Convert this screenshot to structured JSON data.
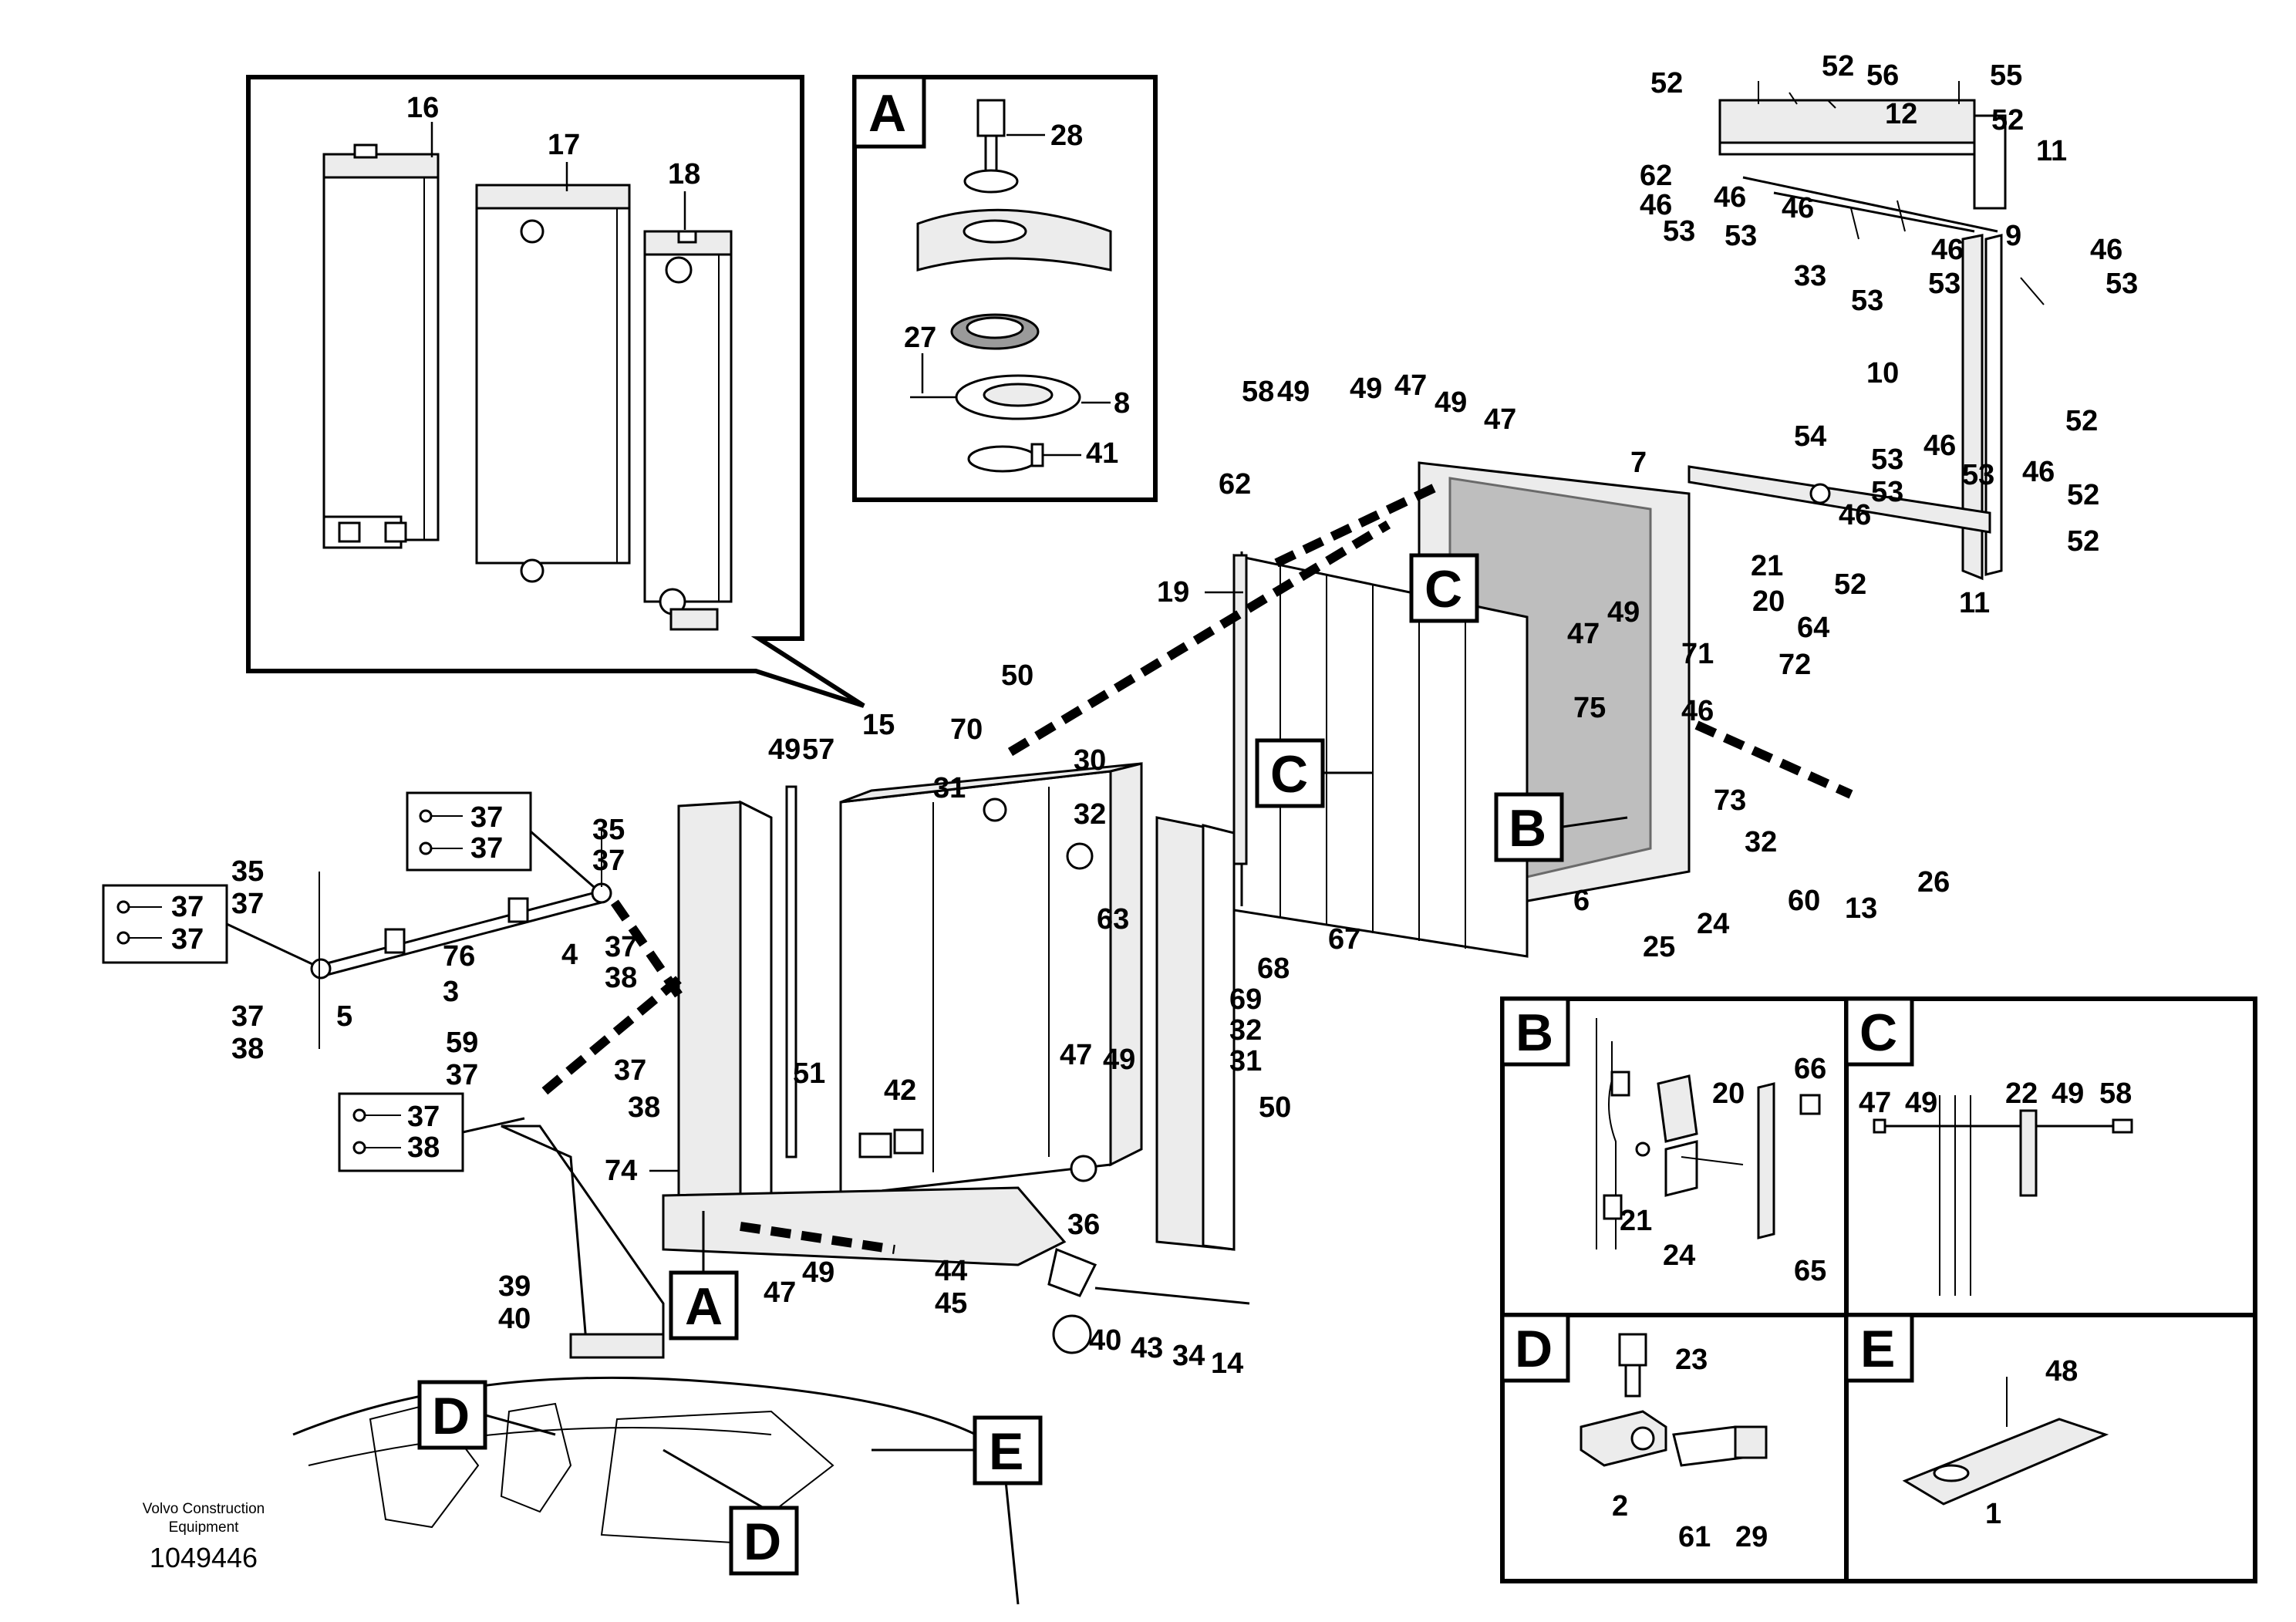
{
  "footer": {
    "company_line1": "Volvo Construction",
    "company_line2": "Equipment",
    "doc_number": "1049446"
  },
  "callouts": {
    "A": "A",
    "B": "B",
    "C": "C",
    "D": "D",
    "E": "E"
  },
  "labels": {
    "n1": "1",
    "n2": "2",
    "n3": "3",
    "n4": "4",
    "n5": "5",
    "n6": "6",
    "n7": "7",
    "n8": "8",
    "n9": "9",
    "n10": "10",
    "n11": "11",
    "n12": "12",
    "n13": "13",
    "n14": "14",
    "n15": "15",
    "n16": "16",
    "n17": "17",
    "n18": "18",
    "n19": "19",
    "n20": "20",
    "n21": "21",
    "n22": "22",
    "n23": "23",
    "n24": "24",
    "n25": "25",
    "n26": "26",
    "n27": "27",
    "n28": "28",
    "n29": "29",
    "n30": "30",
    "n31": "31",
    "n32": "32",
    "n33": "33",
    "n34": "34",
    "n35": "35",
    "n36": "36",
    "n37": "37",
    "n38": "38",
    "n39": "39",
    "n40": "40",
    "n41": "41",
    "n42": "42",
    "n43": "43",
    "n44": "44",
    "n45": "45",
    "n46": "46",
    "n47": "47",
    "n48": "48",
    "n49": "49",
    "n50": "50",
    "n51": "51",
    "n52": "52",
    "n53": "53",
    "n54": "54",
    "n55": "55",
    "n56": "56",
    "n57": "57",
    "n58": "58",
    "n59": "59",
    "n60": "60",
    "n61": "61",
    "n62": "62",
    "n63": "63",
    "n64": "64",
    "n65": "65",
    "n66": "66",
    "n67": "67",
    "n68": "68",
    "n69": "69",
    "n70": "70",
    "n71": "71",
    "n72": "72",
    "n73": "73",
    "n74": "74",
    "n75": "75",
    "n76": "76"
  }
}
